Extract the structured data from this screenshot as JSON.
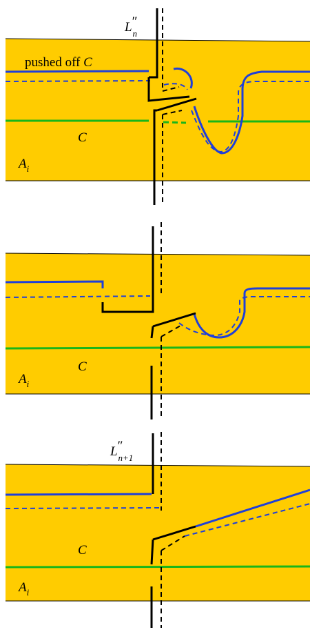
{
  "colors": {
    "band_fill": "#ffcc00",
    "band_edge": "#000000",
    "blue_curve": "#1f3fd9",
    "green_curve": "#19b619",
    "black_curve": "#000000"
  },
  "panels": [
    {
      "top_label": {
        "main": "L",
        "prime": "″",
        "sub": "n"
      },
      "pushed_off_label": {
        "prefix": "pushed off ",
        "var": "C"
      },
      "c_label": "C",
      "a_label": {
        "main": "A",
        "sub": "i"
      }
    },
    {
      "c_label": "C",
      "a_label": {
        "main": "A",
        "sub": "i"
      }
    },
    {
      "top_label": {
        "main": "L",
        "prime": "″",
        "sub": "n+1"
      },
      "c_label": "C",
      "a_label": {
        "main": "A",
        "sub": "i"
      }
    }
  ]
}
